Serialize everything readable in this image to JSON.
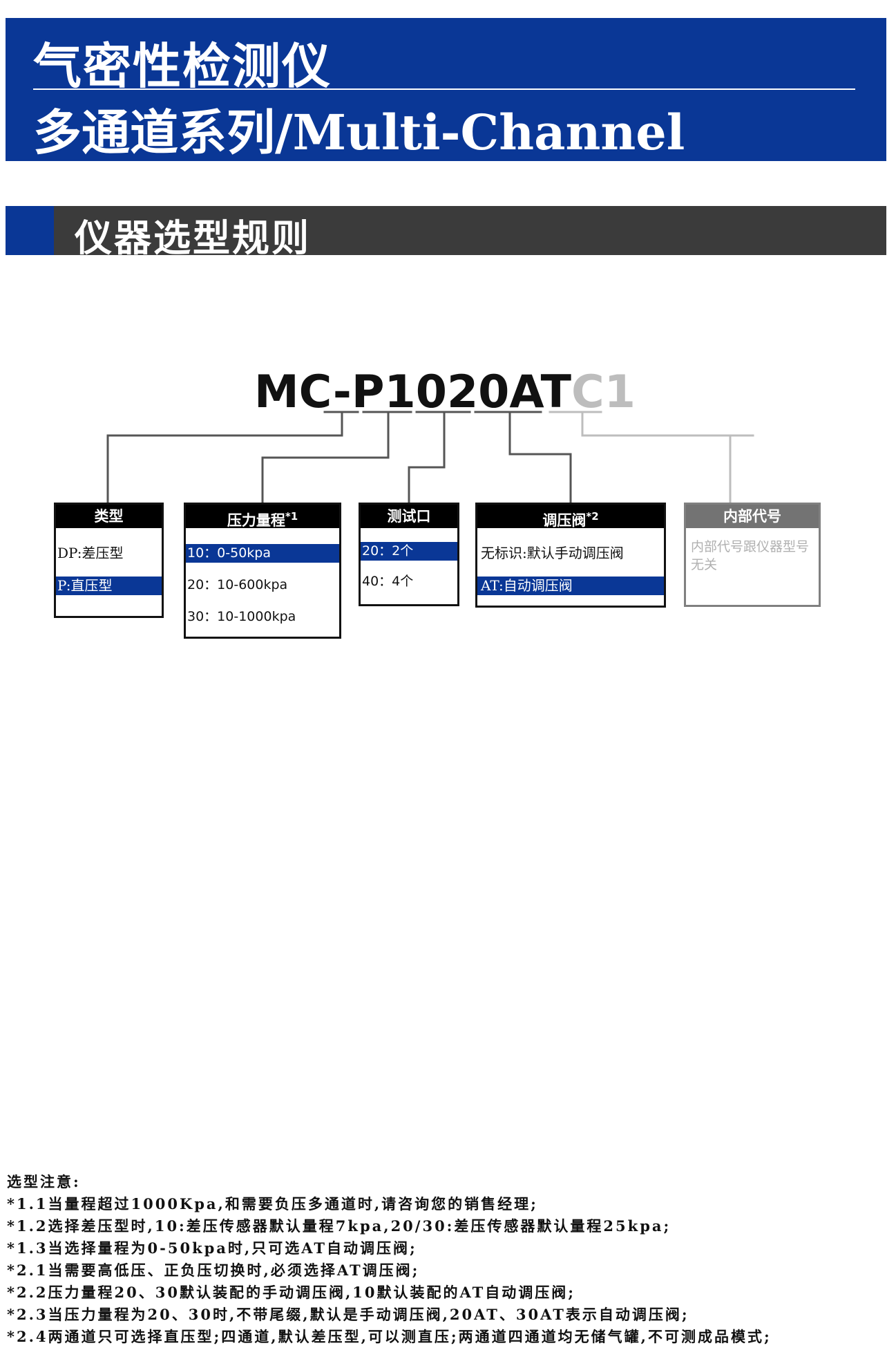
{
  "header": {
    "title_line1": "气密性检测仪",
    "title_line2": "多通道系列/Multi-Channel"
  },
  "section": {
    "title": "仪器选型规则"
  },
  "model_code": {
    "dark_part": "MC-P1020AT",
    "grey_part": "C1"
  },
  "boxes": {
    "type": {
      "heading": "类型",
      "options": [
        {
          "label": "DP:差压型",
          "selected": false
        },
        {
          "label": "P:直压型",
          "selected": true
        }
      ]
    },
    "pressure_range": {
      "heading": "压力量程",
      "note_mark": "*1",
      "options": [
        {
          "label": "10：0-50kpa",
          "selected": true
        },
        {
          "label": "20：10-600kpa",
          "selected": false
        },
        {
          "label": "30：10-1000kpa",
          "selected": false
        }
      ]
    },
    "test_port": {
      "heading": "测试口",
      "options": [
        {
          "label": "20：2个",
          "selected": true
        },
        {
          "label": "40：4个",
          "selected": false
        }
      ]
    },
    "regulator_valve": {
      "heading": "调压阀",
      "note_mark": "*2",
      "options": [
        {
          "label": "无标识:默认手动调压阀",
          "selected": false
        },
        {
          "label": "AT:自动调压阀",
          "selected": true
        }
      ]
    },
    "internal_code": {
      "heading": "内部代号",
      "note": "内部代号跟仪器型号无关"
    }
  },
  "notes": {
    "title": "选型注意:",
    "items": [
      "*1.1当量程超过1000Kpa,和需要负压多通道时,请咨询您的销售经理;",
      "*1.2选择差压型时,10:差压传感器默认量程7kpa,20/30:差压传感器默认量程25kpa;",
      "*1.3当选择量程为0-50kpa时,只可选AT自动调压阀;",
      "*2.1当需要高低压、正负压切换时,必须选择AT调压阀;",
      "*2.2压力量程20、30默认装配的手动调压阀,10默认装配的AT自动调压阀;",
      "*2.3当压力量程为20、30时,不带尾缀,默认是手动调压阀,20AT、30AT表示自动调压阀;",
      "*2.4两通道只可选择直压型;四通道,默认差压型,可以测直压;两通道四通道均无储气罐,不可测成品模式;"
    ]
  }
}
